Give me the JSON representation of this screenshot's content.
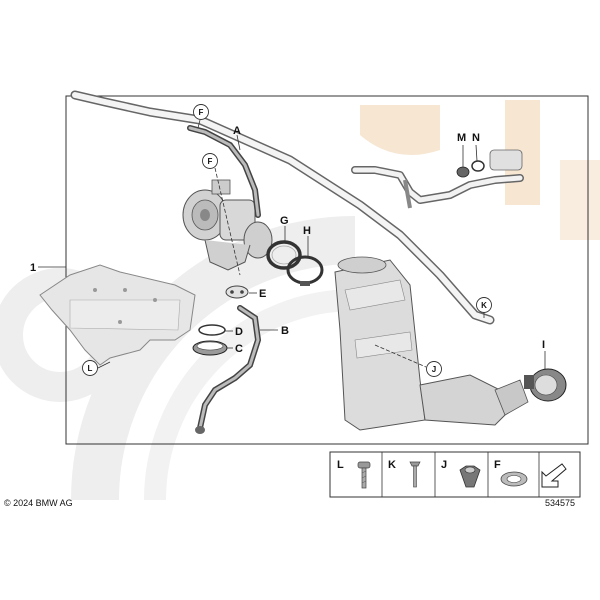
{
  "title_number": "1",
  "callouts": {
    "A": "A",
    "B": "B",
    "C": "C",
    "D": "D",
    "E": "E",
    "F_top": "F",
    "F_mid": "F",
    "G": "G",
    "H": "H",
    "I": "I",
    "J": "J",
    "K": "K",
    "L": "L",
    "M": "M",
    "N": "N"
  },
  "legend": {
    "items": [
      {
        "letter": "L",
        "icon": "bolt-icon"
      },
      {
        "letter": "K",
        "icon": "screw-icon"
      },
      {
        "letter": "J",
        "icon": "nut-icon"
      },
      {
        "letter": "F",
        "icon": "seal-ring-icon"
      }
    ],
    "arrow_icon": "arrow-icon"
  },
  "copyright": "© 2024 BMW AG",
  "diagram_number": "534575",
  "colors": {
    "watermark_grey": "#eeeeee",
    "watermark_beige": "#f6e6d2",
    "frame": "#333333",
    "part_fill": "#dcdcdc",
    "part_stroke": "#555555"
  }
}
